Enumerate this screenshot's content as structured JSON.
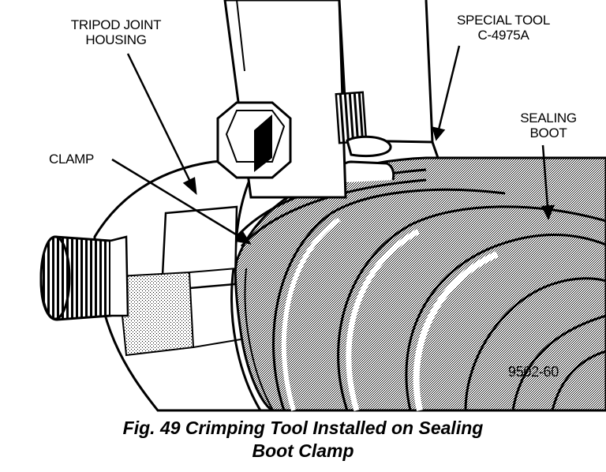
{
  "labels": {
    "tripod_joint_housing": [
      "TRIPOD JOINT",
      "HOUSING"
    ],
    "special_tool": [
      "SPECIAL TOOL",
      "C-4975A"
    ],
    "sealing_boot": [
      "SEALING",
      "BOOT"
    ],
    "clamp": "CLAMP",
    "figure_code": "9502-60"
  },
  "caption": [
    "Fig. 49 Crimping Tool Installed on Sealing",
    "Boot Clamp"
  ]
}
